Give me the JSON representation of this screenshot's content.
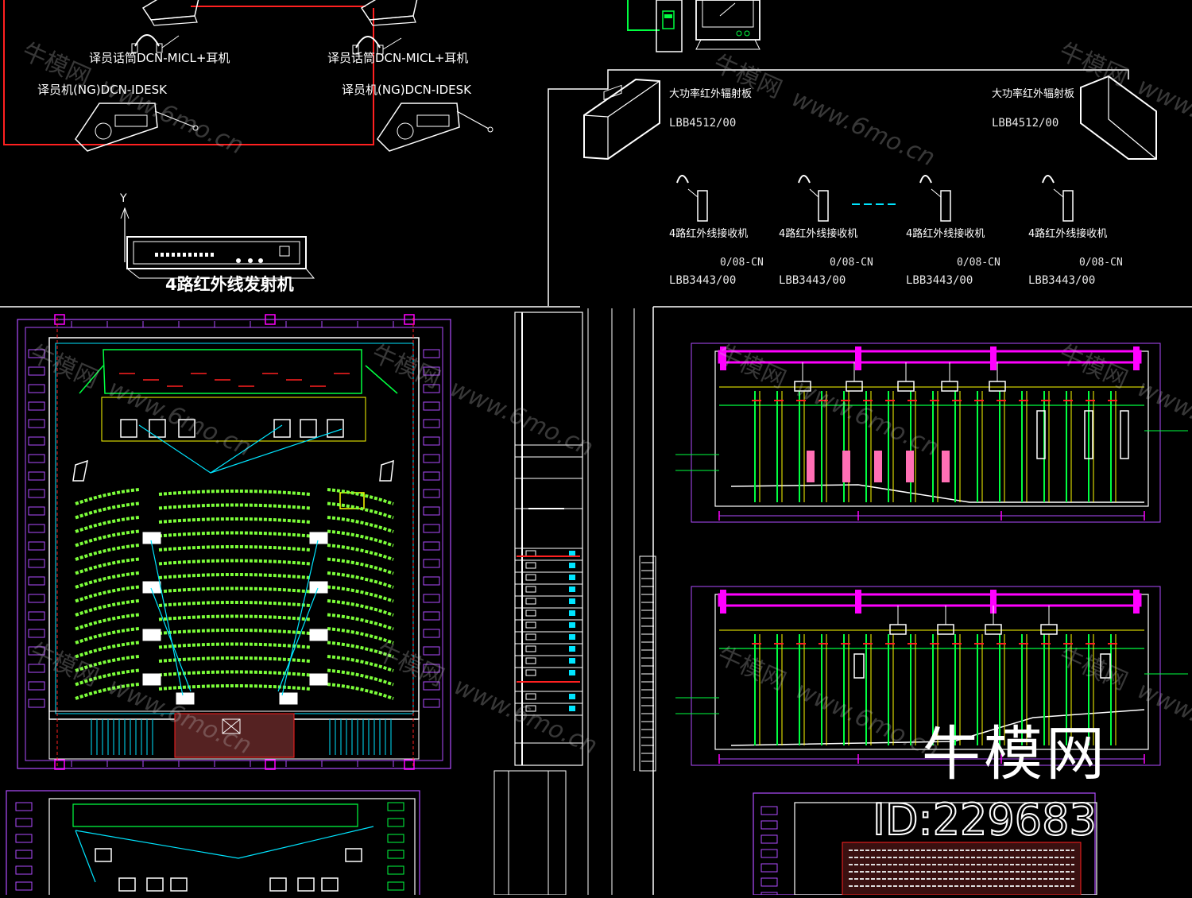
{
  "labels": {
    "interpreter_mic_left": "译员话筒DCN-MICL+耳机",
    "interpreter_mic_right": "译员话筒DCN-MICL+耳机",
    "interpreter_desk_left": "译员机(NG)DCN-IDESK",
    "interpreter_desk_right": "译员机(NG)DCN-IDESK",
    "radiator_left_title": "大功率红外辐射板",
    "radiator_left_model": "LBB4512/00",
    "radiator_right_title": "大功率红外辐射板",
    "radiator_right_model": "LBB4512/00",
    "receivers": [
      {
        "title": "4路红外线接收机",
        "sub": "0/08-CN",
        "model": "LBB3443/00"
      },
      {
        "title": "4路红外线接收机",
        "sub": "0/08-CN",
        "model": "LBB3443/00"
      },
      {
        "title": "4路红外线接收机",
        "sub": "0/08-CN",
        "model": "LBB3443/00"
      },
      {
        "title": "4路红外线接收机",
        "sub": "0/08-CN",
        "model": "LBB3443/00"
      }
    ],
    "axis_y": "Y",
    "transmitter_title": "4路红外线发射机"
  },
  "watermark": {
    "cn": "牛模网",
    "url": "www.6mo.cn"
  },
  "brand": {
    "name": "牛模网",
    "id": "ID:229683"
  },
  "colors": {
    "background": "#000000",
    "red": "#ff2020",
    "green": "#00ff40",
    "magenta": "#ff00ff",
    "cyan": "#00e5ff",
    "purple": "#b04cff",
    "yellow": "#ffff00",
    "white": "#ffffff",
    "seat_green": "#7cff3a"
  }
}
